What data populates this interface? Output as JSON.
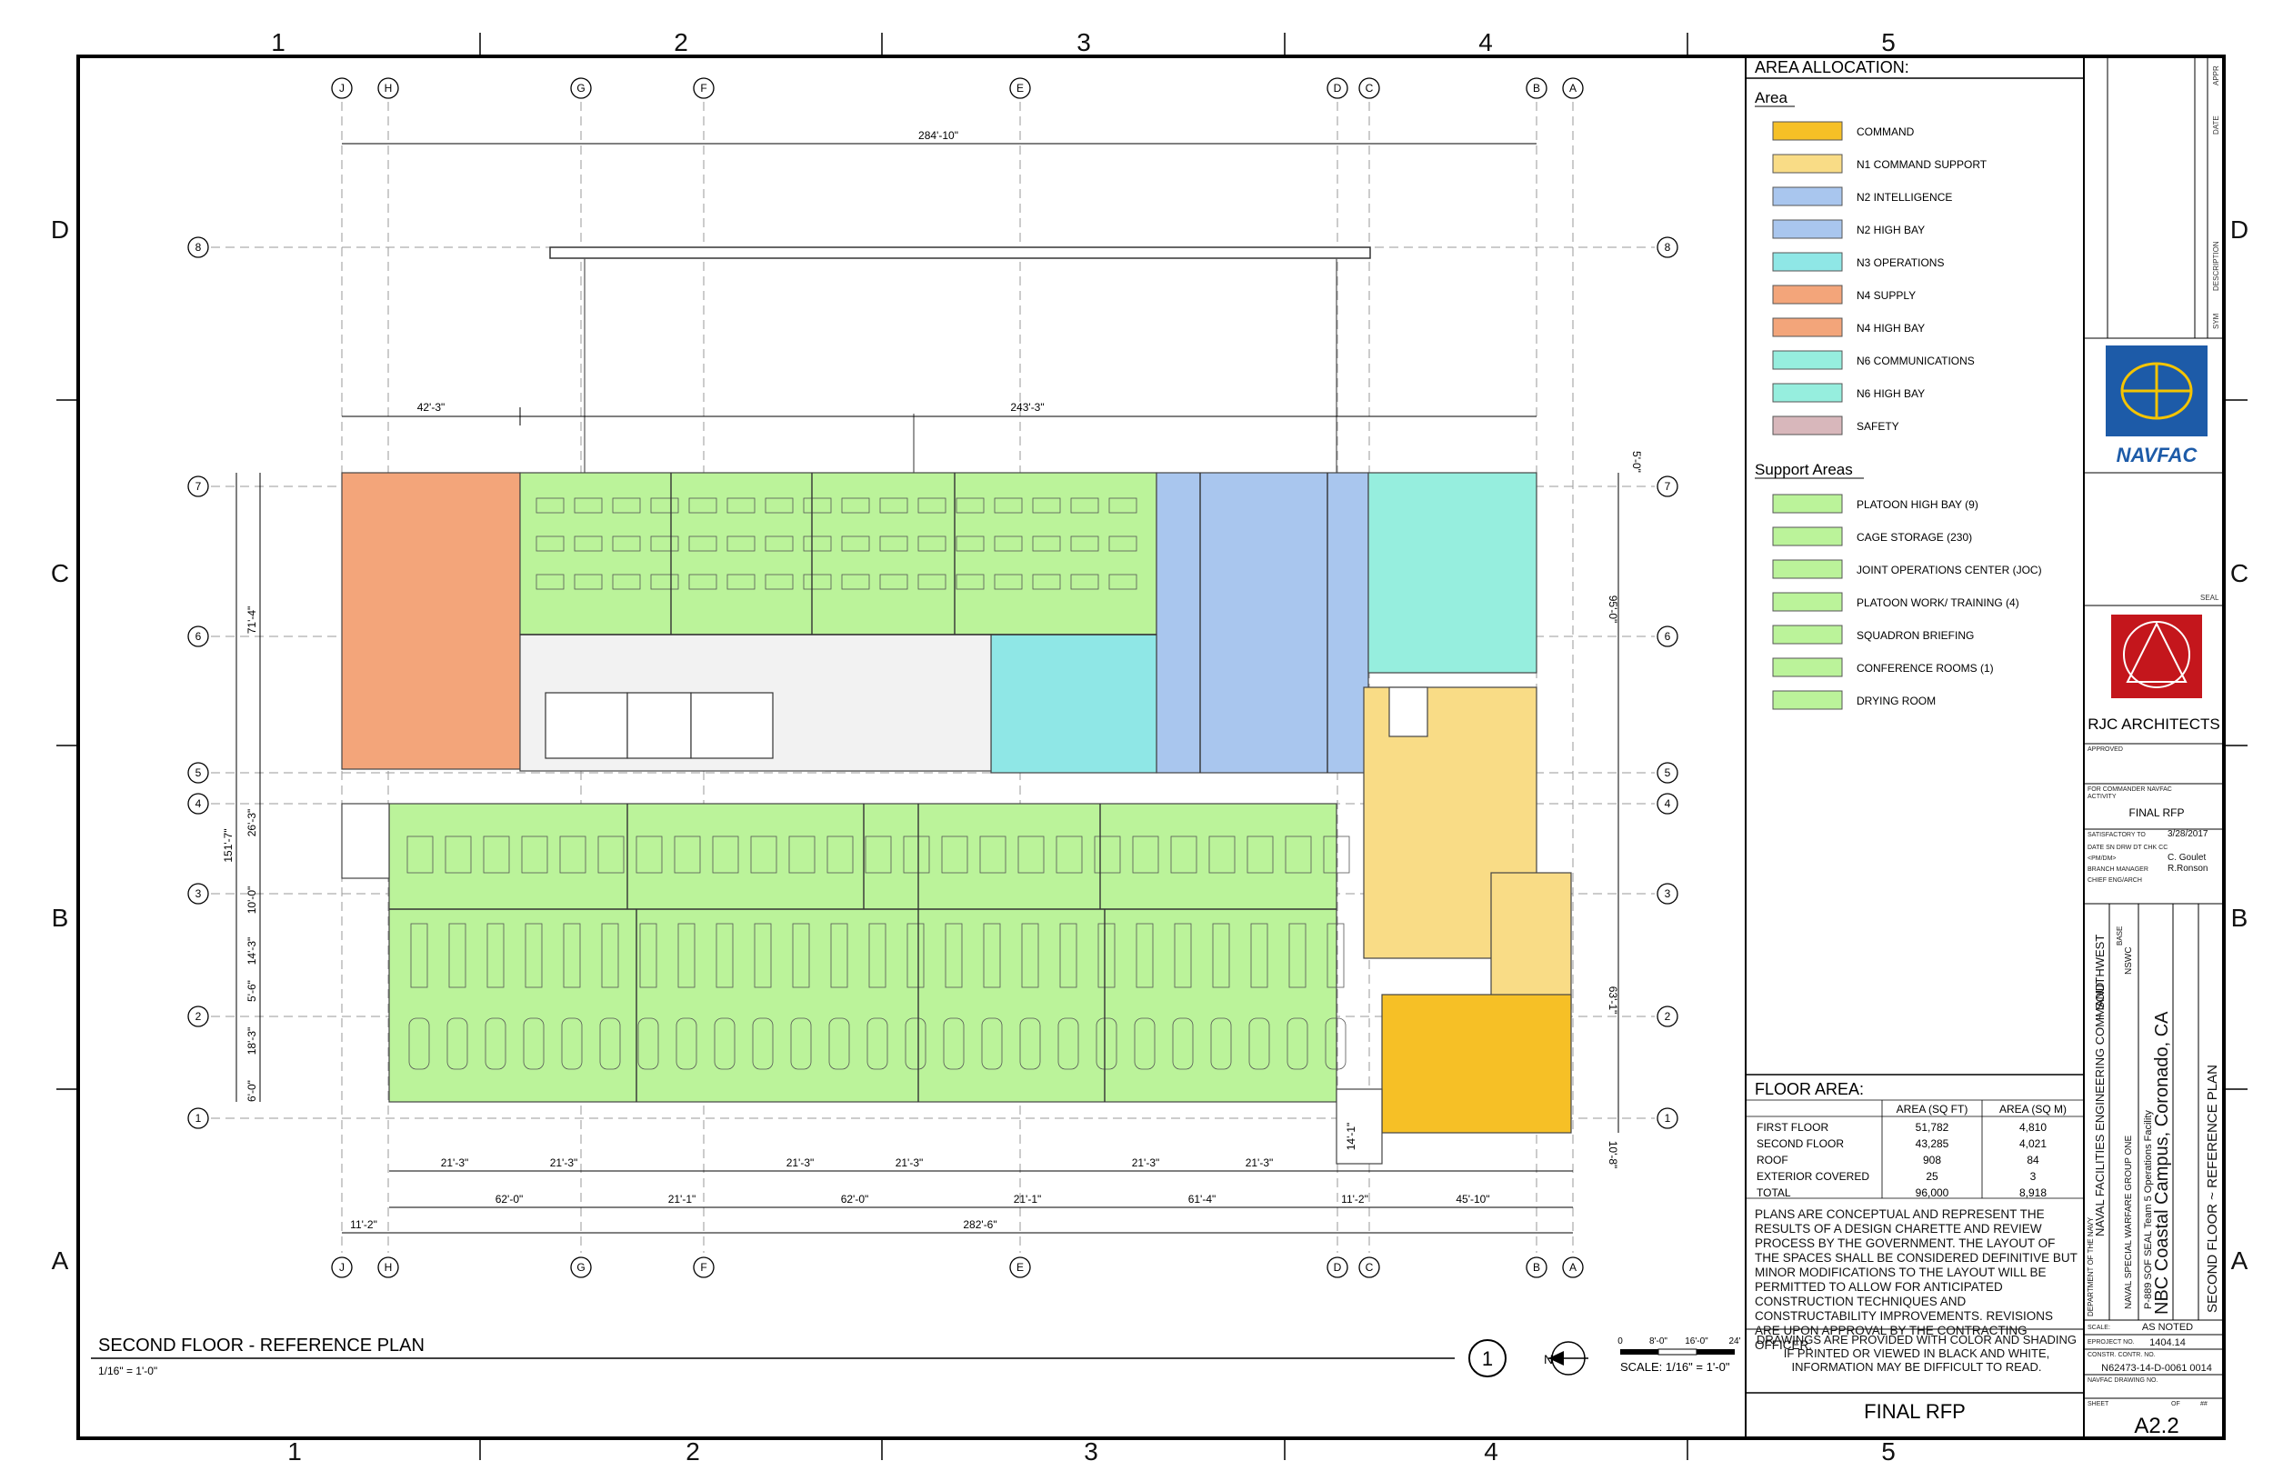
{
  "grid_columns": [
    "1",
    "2",
    "3",
    "4",
    "5"
  ],
  "grid_rows": [
    "D",
    "C",
    "B",
    "A"
  ],
  "gridlines_top": [
    "J",
    "H",
    "G",
    "F",
    "E",
    "D",
    "C",
    "B",
    "A"
  ],
  "gridlines_side": [
    "8",
    "7",
    "6",
    "5",
    "4",
    "3",
    "2",
    "1"
  ],
  "dimensions": {
    "top_overall": "284'-10\"",
    "top_left": "42'-3\"",
    "top_main": "243'-3\"",
    "right_top": "5'-0\"",
    "right_upper": "95'-0\"",
    "right_lower": "63'-1\"",
    "right_step": "14'-1\"",
    "right_bottom": "10'-8\"",
    "left_overall": "151'-7\"",
    "left_upper": "71'-4\"",
    "left_mid": "26'-3\"",
    "left_a": "10'-0\"",
    "left_b": "14'-3\"",
    "left_c": "5'-6\"",
    "left_d": "18'-3\"",
    "left_e": "6'-0\"",
    "bottom_bays": [
      "21'-3\"",
      "21'-3\"",
      "21'-3\"",
      "21'-3\"",
      "21'-3\"",
      "21'-3\""
    ],
    "bottom_row2": [
      "62'-0\"",
      "21'-1\"",
      "62'-0\"",
      "21'-1\"",
      "61'-4\"",
      "11'-2\"",
      "45'-10\""
    ],
    "bottom_left": "11'-2\"",
    "bottom_overall": "282'-6\""
  },
  "area_allocation": {
    "title": "AREA ALLOCATION:",
    "area_heading": "Area",
    "areas": [
      {
        "label": "COMMAND",
        "color": "#f6c026"
      },
      {
        "label": "N1 COMMAND SUPPORT",
        "color": "#f9dc86"
      },
      {
        "label": "N2 INTELLIGENCE",
        "color": "#a9c6ee"
      },
      {
        "label": "N2 HIGH BAY",
        "color": "#a9c6ee"
      },
      {
        "label": "N3 OPERATIONS",
        "color": "#8fe7e6"
      },
      {
        "label": "N4 SUPPLY",
        "color": "#f3a57a"
      },
      {
        "label": "N4 HIGH BAY",
        "color": "#f3a57a"
      },
      {
        "label": "N6 COMMUNICATIONS",
        "color": "#96eede"
      },
      {
        "label": "N6 HIGH BAY",
        "color": "#96eede"
      },
      {
        "label": "SAFETY",
        "color": "#d8b7bb"
      }
    ],
    "support_heading": "Support Areas",
    "support": [
      {
        "label": "PLATOON HIGH BAY (9)",
        "color": "#bbf39a"
      },
      {
        "label": "CAGE STORAGE (230)",
        "color": "#bbf39a"
      },
      {
        "label": "JOINT OPERATIONS CENTER (JOC)",
        "color": "#bbf39a"
      },
      {
        "label": "PLATOON WORK/ TRAINING (4)",
        "color": "#bbf39a"
      },
      {
        "label": "SQUADRON BRIEFING",
        "color": "#bbf39a"
      },
      {
        "label": "CONFERENCE ROOMS (1)",
        "color": "#bbf39a"
      },
      {
        "label": "DRYING ROOM",
        "color": "#bbf39a"
      }
    ]
  },
  "floor_area": {
    "title": "FLOOR AREA:",
    "headers": [
      "",
      "AREA (SQ FT)",
      "AREA (SQ M)"
    ],
    "rows": [
      [
        "FIRST FLOOR",
        "51,782",
        "4,810"
      ],
      [
        "SECOND FLOOR",
        "43,285",
        "4,021"
      ],
      [
        "ROOF",
        "908",
        "84"
      ],
      [
        "EXTERIOR COVERED",
        "25",
        "3"
      ],
      [
        "TOTAL",
        "96,000",
        "8,918"
      ]
    ]
  },
  "notes": {
    "plans": "PLANS ARE CONCEPTUAL AND REPRESENT THE RESULTS OF A DESIGN CHARETTE AND REVIEW PROCESS BY THE GOVERNMENT. THE LAYOUT OF THE SPACES SHALL BE CONSIDERED DEFINITIVE BUT MINOR MODIFICATIONS TO THE LAYOUT WILL BE PERMITTED TO ALLOW FOR ANTICIPATED CONSTRUCTION TECHNIQUES AND CONSTRUCTABILITY IMPROVEMENTS. REVISIONS ARE UPON APPROVAL BY THE CONTRACTING OFFICER.",
    "color": "DRAWINGS ARE PROVIDED WITH COLOR AND SHADING IF PRINTED OR VIEWED IN BLACK AND WHITE, INFORMATION MAY BE DIFFICULT TO READ.",
    "final": "FINAL RFP"
  },
  "drawing": {
    "title": "SECOND FLOOR - REFERENCE PLAN",
    "scale": "1/16\" = 1'-0\"",
    "number": "1",
    "north": "N",
    "scalebar_labels": [
      "0",
      "8'-0\"",
      "16'-0\"",
      "24'"
    ],
    "scalebar_text": "SCALE: 1/16\" = 1'-0\""
  },
  "title_block": {
    "rev_headers": [
      "SYM",
      "DESCRIPTION",
      "DATE",
      "APPR"
    ],
    "navfac": "NAVFAC",
    "seal": "SEAL",
    "firm": "RJC ARCHITECTS",
    "approved": "APPROVED",
    "for_commander": "FOR COMMANDER NAVFAC",
    "activity": "ACTIVITY",
    "activity_value": "FINAL RFP",
    "satisfactory": "SATISFACTORY TO",
    "date": "3/28/2017",
    "dsn_row": "DATE   SN   DRW   DT   CHK   CC",
    "pm": "C. Goulet",
    "pm_label": "<PM/DM>",
    "branch": "BRANCH MANAGER",
    "branch_value": "R.Ronson",
    "chief": "CHIEF ENG/ARCH",
    "dept": "DEPARTMENT OF THE NAVY",
    "command": "NAVAL FACILITIES ENGINEERING COMMAND",
    "region": "~ SOUTHWEST",
    "base": "BASE",
    "nswc": "NSWC",
    "warfare": "NAVAL SPECIAL WARFARE GROUP ONE",
    "project": "P-889 SOF SEAL Team 5 Operations Facility",
    "campus": "NBC Coastal Campus, Coronado, CA",
    "sheet_title": "SECOND FLOOR ~ REFERENCE PLAN",
    "scale_label": "SCALE:",
    "scale_value": "AS NOTED",
    "eproject": "EPROJECT NO.",
    "eproject_value": "1404.14",
    "contract": "CONSTR. CONTR. NO.",
    "contract_value": "N62473-14-D-0061 0014",
    "navfac_drawing": "NAVFAC DRAWING NO.",
    "sheet_label": "SHEET",
    "sheet_of": "OF",
    "sheet_total": "##",
    "sheet_number": "A2.2"
  }
}
